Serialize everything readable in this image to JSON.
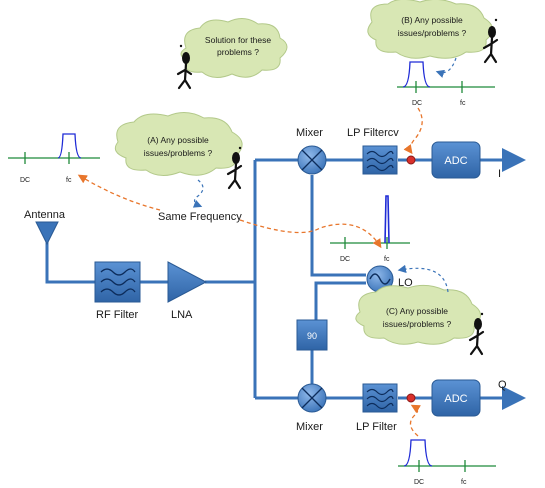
{
  "labels": {
    "antenna": "Antenna",
    "rf_filter": "RF Filter",
    "lna": "LNA",
    "mixer_top": "Mixer",
    "mixer_bottom": "Mixer",
    "lp_filter_top": "LP Filtercv",
    "lp_filter_bottom": "LP Filter",
    "adc_top": "ADC",
    "adc_bottom": "ADC",
    "output_i": "I",
    "output_q": "Q",
    "lo": "LO",
    "phase_shift": "90",
    "same_frequency": "Same Frequency"
  },
  "clouds": {
    "solution_line1": "Solution for these",
    "solution_line2": "problems ?",
    "a_line1": "(A) Any possible",
    "a_line2": "issues/problems ?",
    "b_line1": "(B) Any possible",
    "b_line2": "issues/problems ?",
    "c_line1": "(C) Any possible",
    "c_line2": "issues/problems ?"
  },
  "spectra": {
    "left_dc": "DC",
    "left_fc": "fc",
    "top_dc": "DC",
    "top_fc": "fc",
    "lo_dc": "DC",
    "lo_fc": "fc",
    "bottom_dc": "DC",
    "bottom_fc": "fc"
  },
  "colors": {
    "block_blue": "#3a73b8",
    "cloud_green": "#d8e7b4",
    "arrow_orange": "#e8762c",
    "axis_green": "#1f8a3a",
    "spectrum_blue": "#1f2bd6"
  }
}
